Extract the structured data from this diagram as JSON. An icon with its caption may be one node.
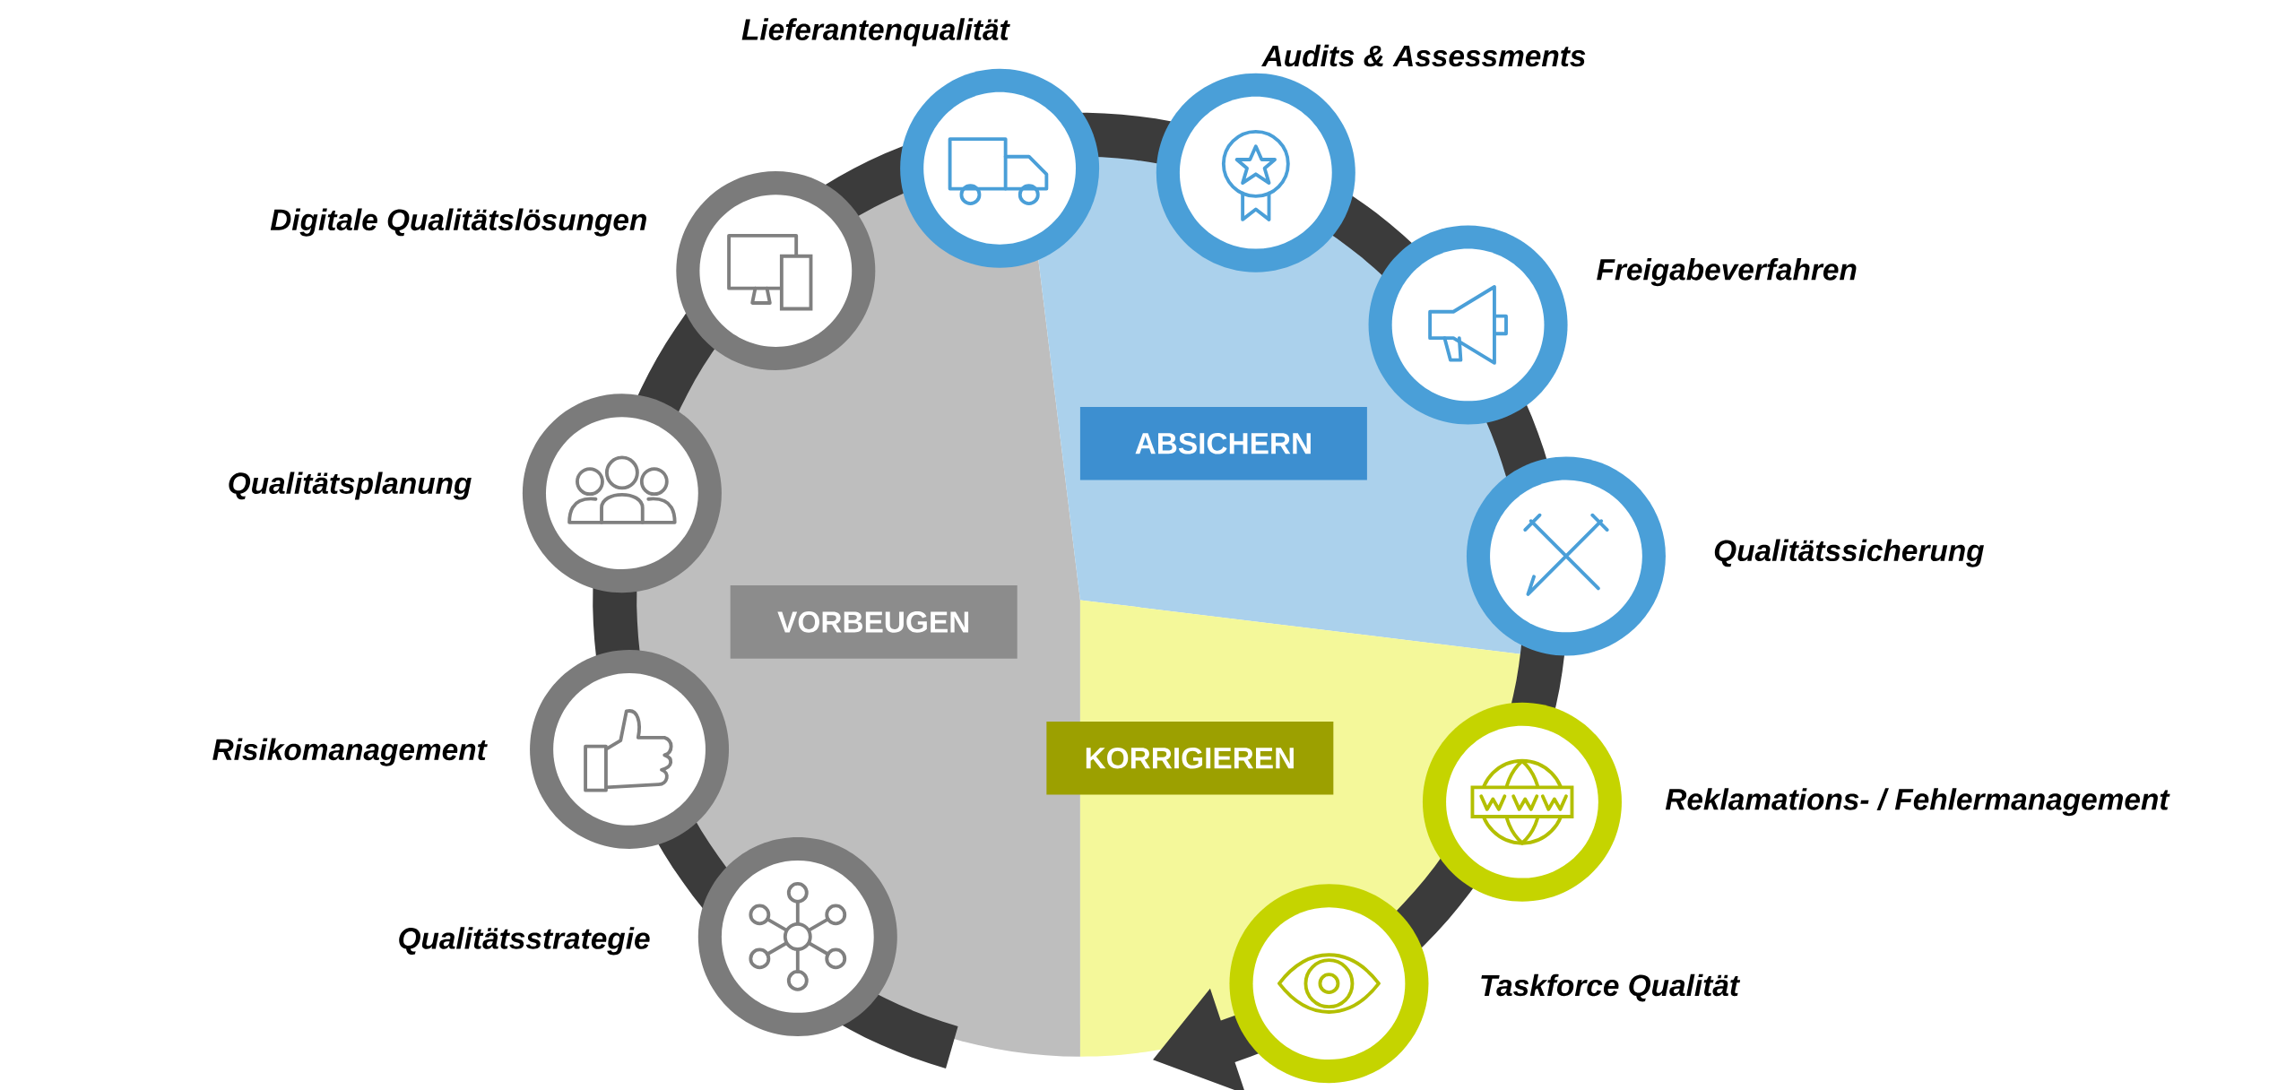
{
  "diagram": {
    "nodes": [
      {
        "text": [
          "Lieferantenqualität"
        ]
      },
      {
        "text": [
          "Audits & Assessments"
        ]
      },
      {
        "text": [
          "Digitale Qualitätslösungen"
        ]
      },
      {
        "text": [
          "Freigabeverfahren"
        ]
      },
      {
        "text": [
          "ABSICHERN"
        ]
      },
      {
        "text": [
          "Qualitätsplanung"
        ]
      },
      {
        "text": [
          "Qualitätssicherung"
        ]
      },
      {
        "text": [
          "VORBEUGEN"
        ]
      },
      {
        "text": [
          "KORRIGIEREN"
        ]
      },
      {
        "text": [
          "Risikomanagement"
        ]
      },
      {
        "text": [
          "Reklamations- / Fehlermanagement"
        ]
      },
      {
        "text": [
          "Qualitätsstrategie"
        ]
      },
      {
        "text": [
          "Taskforce Qualität"
        ]
      }
    ]
  }
}
